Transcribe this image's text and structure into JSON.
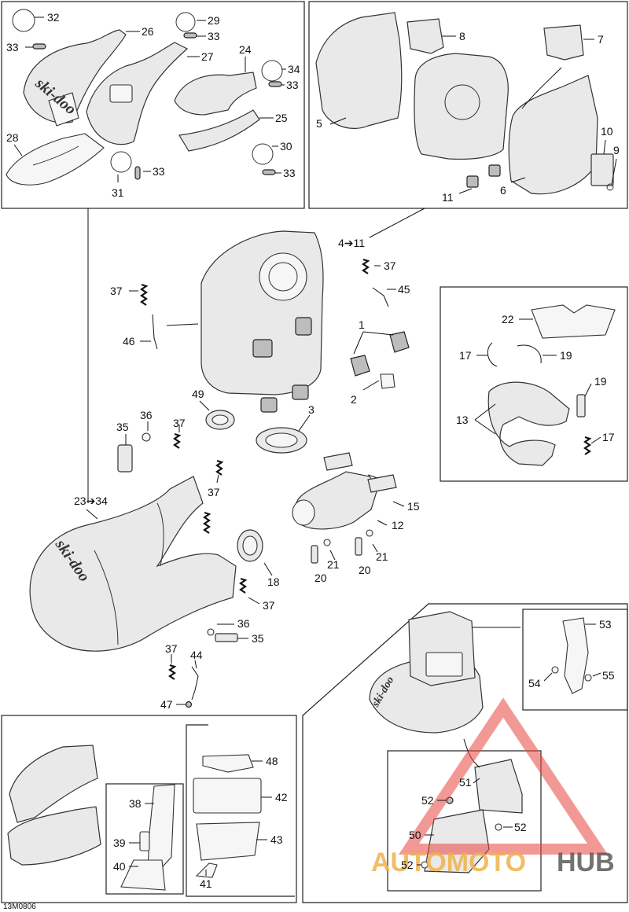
{
  "diagram_code": "13M0806",
  "watermark": {
    "part_a": "AUTOMOTO",
    "part_b": "HUB",
    "triangle_color": "#e8463f",
    "part_a_color": "#f0b24a",
    "part_b_color": "#5a5a5a"
  },
  "brand_text": "ski-doo",
  "labels": {
    "n1": "1",
    "n2": "2",
    "n3": "3",
    "n4_11": "4➔11",
    "n5": "5",
    "n6": "6",
    "n7": "7",
    "n8": "8",
    "n9": "9",
    "n10": "10",
    "n11": "11",
    "n12": "12",
    "n13": "13",
    "n15": "15",
    "n17a": "17",
    "n17b": "17",
    "n18": "18",
    "n19a": "19",
    "n19b": "19",
    "n20a": "20",
    "n20b": "20",
    "n21a": "21",
    "n21b": "21",
    "n22": "22",
    "n23_34": "23➔34",
    "n24": "24",
    "n25": "25",
    "n26": "26",
    "n27": "27",
    "n28": "28",
    "n29": "29",
    "n30": "30",
    "n31": "31",
    "n32": "32",
    "n33a": "33",
    "n33b": "33",
    "n33c": "33",
    "n33d": "33",
    "n33e": "33",
    "n34": "34",
    "n35a": "35",
    "n35b": "35",
    "n36a": "36",
    "n36b": "36",
    "n37a": "37",
    "n37b": "37",
    "n37c": "37",
    "n37d": "37",
    "n37e": "37",
    "n37f": "37",
    "n38": "38",
    "n39": "39",
    "n40": "40",
    "n41": "41",
    "n42": "42",
    "n43": "43",
    "n44": "44",
    "n45": "45",
    "n46": "46",
    "n47": "47",
    "n48": "48",
    "n49": "49",
    "n50": "50",
    "n51": "51",
    "n52a": "52",
    "n52b": "52",
    "n52c": "52",
    "n53": "53",
    "n54": "54",
    "n55": "55"
  }
}
